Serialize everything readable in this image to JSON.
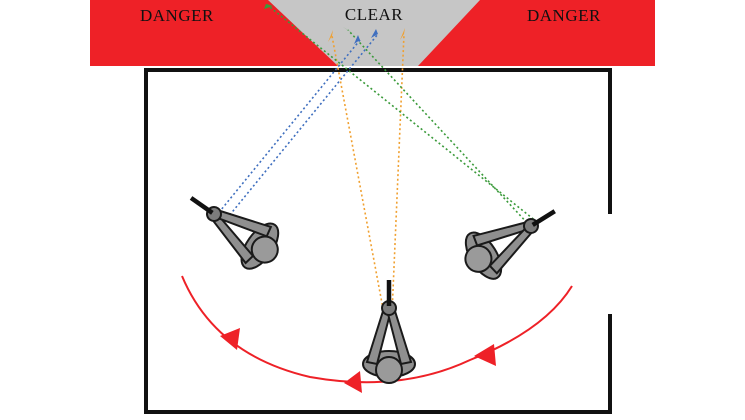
{
  "zones": {
    "danger_left": "DANGER",
    "clear": "CLEAR",
    "danger_right": "DANGER"
  },
  "colors": {
    "danger": "#ee2127",
    "clear": "#c6c6c6",
    "wall": "#111111",
    "path": "#ee2127",
    "sightline_left": "#3f6fbf",
    "sightline_center": "#f0a030",
    "sightline_right": "#3a9a3a",
    "person_fill": "#8f8f8f"
  },
  "figures": [
    {
      "id": "left",
      "icon": "person-top-down-aiming-icon"
    },
    {
      "id": "center",
      "icon": "person-top-down-aiming-icon"
    },
    {
      "id": "right",
      "icon": "person-top-down-aiming-icon"
    }
  ],
  "movement": {
    "direction": "right-to-left",
    "arrowheads": 3
  }
}
